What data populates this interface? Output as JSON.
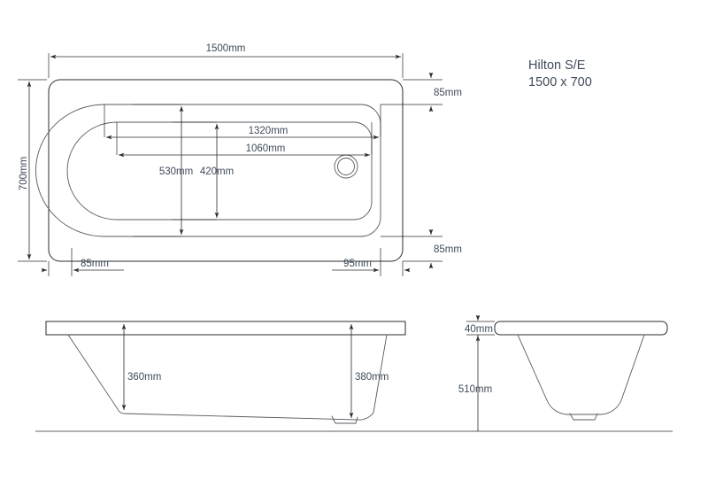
{
  "drawing": {
    "title_line1": "Hilton S/E",
    "title_line2": "1500 x 700",
    "ink_color": "#2b2b2b",
    "text_color": "#3f4a5a"
  },
  "plan_view": {
    "name": "plan-view",
    "dimensions": {
      "overall_length": "1500mm",
      "overall_width": "700mm",
      "inner_length_outer": "1320mm",
      "inner_length_inner": "1060mm",
      "inner_width_outer": "530mm",
      "inner_width_inner": "420mm",
      "top_offset": "85mm",
      "bottom_offset": "85mm",
      "left_offset": "85mm",
      "right_offset": "95mm"
    }
  },
  "side_elevation": {
    "name": "side-elevation-view",
    "dimensions": {
      "depth_left": "360mm",
      "depth_right": "380mm"
    }
  },
  "end_elevation": {
    "name": "end-elevation-view",
    "dimensions": {
      "rim_thickness": "40mm",
      "overall_height": "510mm"
    }
  }
}
